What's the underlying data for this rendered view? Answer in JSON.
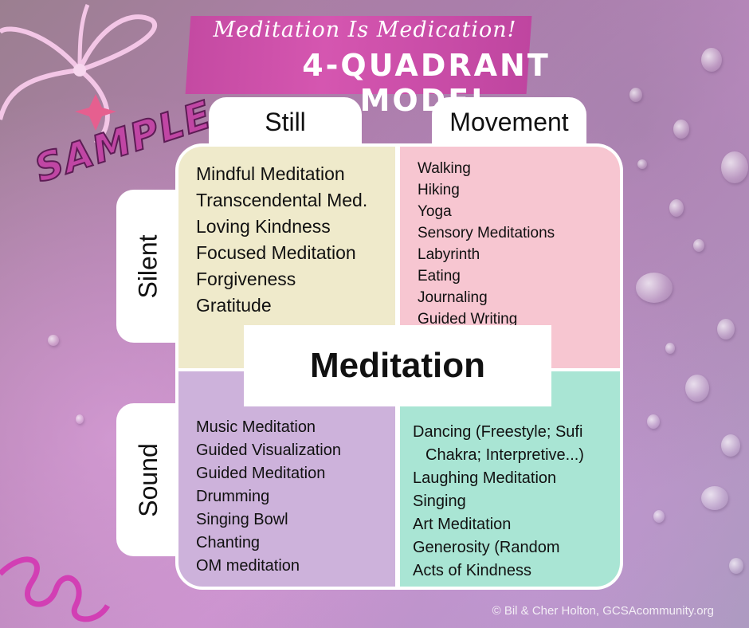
{
  "header": {
    "subtitle": "Meditation Is Medication!",
    "title": "4-QUADRANT MODEL"
  },
  "watermark": "SAMPLE",
  "columns": {
    "still": "Still",
    "movement": "Movement"
  },
  "rows": {
    "silent": "Silent",
    "sound": "Sound"
  },
  "center_label": "Meditation",
  "quadrants": {
    "still_silent": [
      "Mindful Meditation",
      "Transcendental Med.",
      "Loving Kindness",
      "Focused Meditation",
      "Forgiveness",
      "Gratitude"
    ],
    "movement_silent": [
      "Walking",
      "Hiking",
      "Yoga",
      "Sensory Meditations",
      "Labyrinth",
      "Eating",
      "Journaling",
      "Guided Writing"
    ],
    "still_sound": [
      "Music Meditation",
      "Guided Visualization",
      "Guided Meditation",
      "Drumming",
      "Singing Bowl",
      "Chanting",
      "OM meditation"
    ],
    "movement_sound": [
      "Dancing (Freestyle; Sufi",
      "Chakra; Interpretive...)",
      "Laughing Meditation",
      "Singing",
      "Art Meditation",
      "Generosity (Random",
      "Acts of Kindness"
    ]
  },
  "colors": {
    "still_silent": "#efeacb",
    "movement_silent": "#f7c6d1",
    "still_sound": "#cdb2db",
    "movement_sound": "#a9e5d4",
    "banner": "#c44aa2",
    "watermark": "#c046a4"
  },
  "copyright": "© Bil & Cher Holton, GCSAcommunity.org"
}
